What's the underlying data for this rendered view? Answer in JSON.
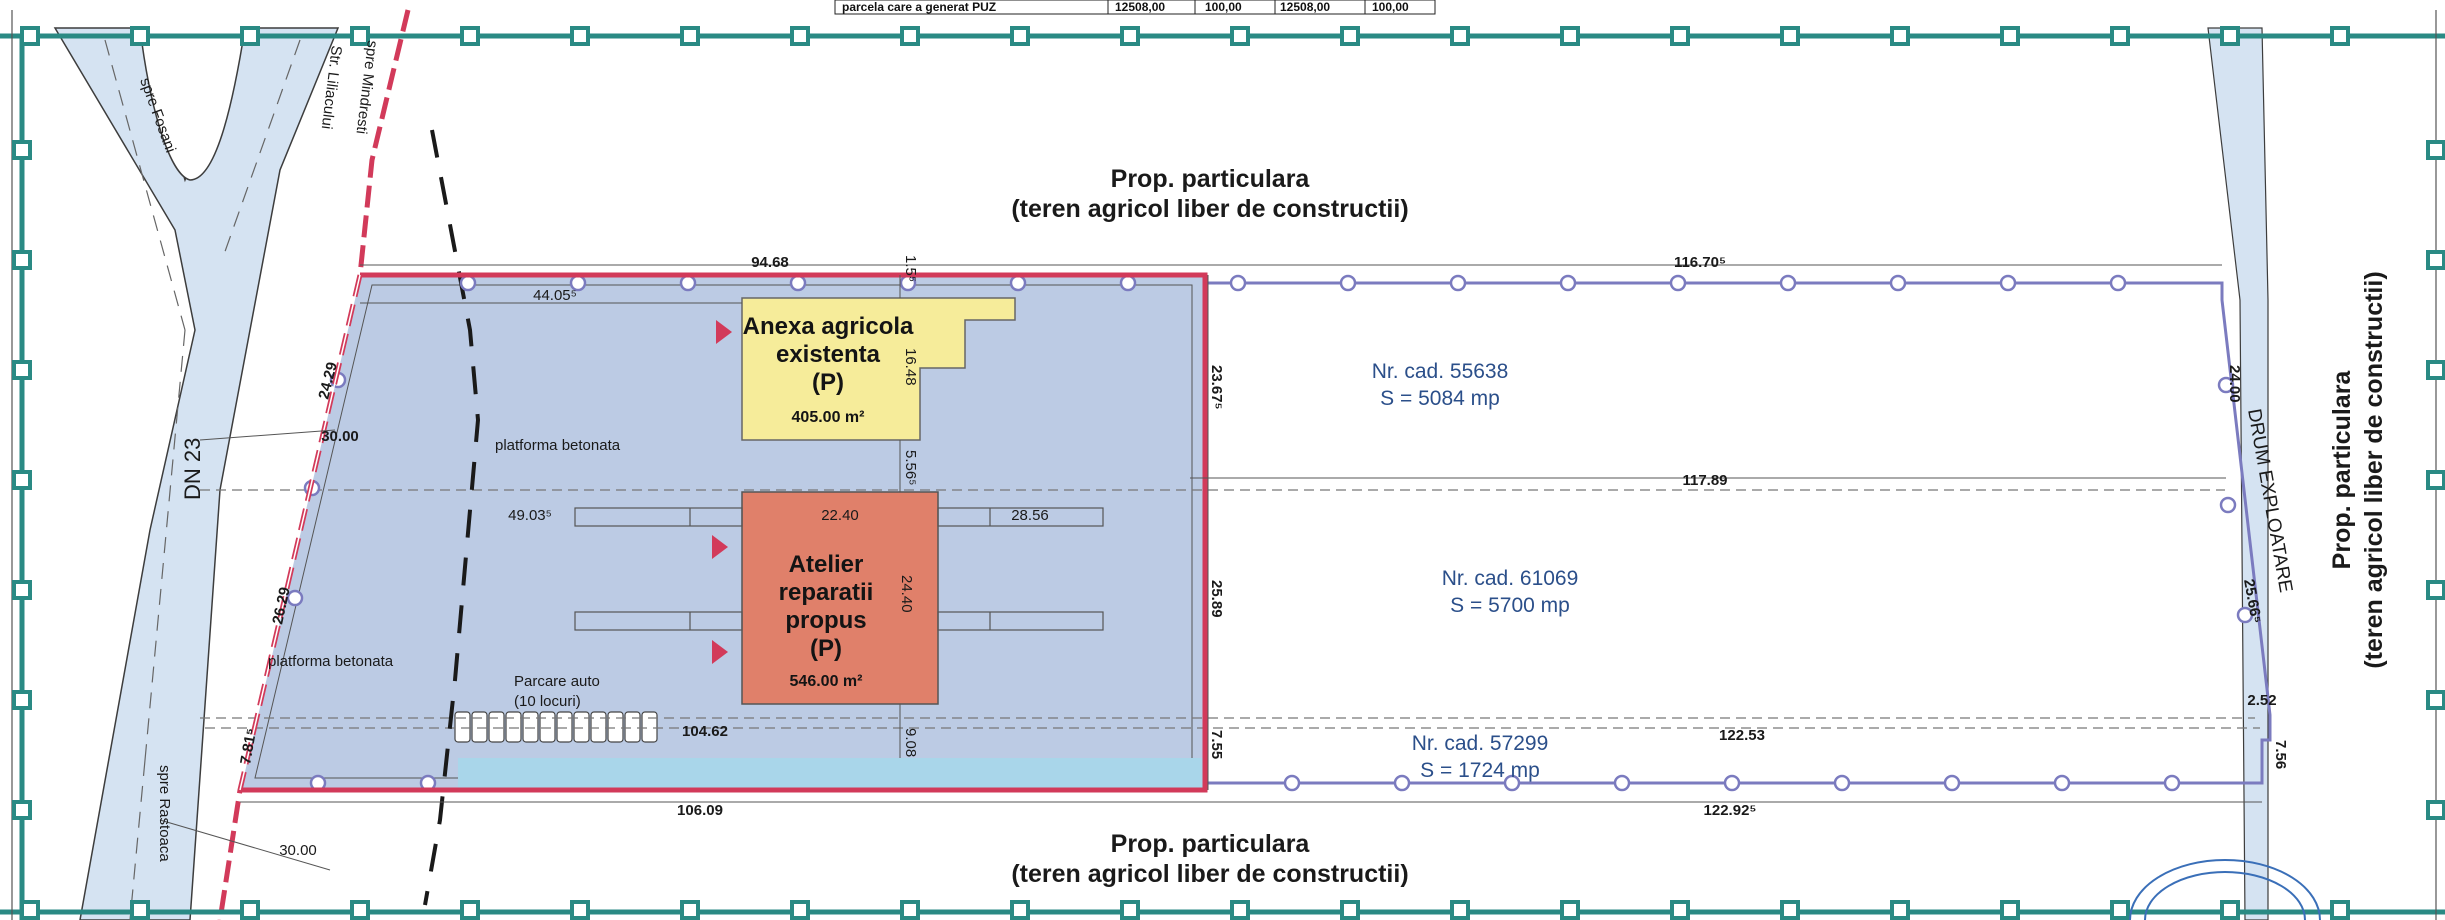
{
  "table": {
    "row_label": "parcela care a generat PUZ",
    "row_values": [
      "12508,00",
      "100,00",
      "12508,00",
      "100,00"
    ]
  },
  "neighbors": {
    "north": [
      "Prop. particulara",
      "(teren agricol liber de constructii)"
    ],
    "south": [
      "Prop. particulara",
      "(teren agricol liber de constructii)"
    ],
    "east": [
      "Prop. particulara",
      "(teren agricol liber de constructii)"
    ]
  },
  "buildings": {
    "annex": {
      "lines": [
        "Anexa agricola",
        "existenta",
        "(P)"
      ],
      "area": "405.00 m²",
      "color": "#f6ec9a"
    },
    "workshop": {
      "lines": [
        "Atelier",
        "reparatii",
        "propus",
        "(P)"
      ],
      "area": "546.00 m²",
      "color": "#e0806a"
    }
  },
  "parcels": [
    {
      "id": "Nr. cad. 55638",
      "area": "S = 5084 mp"
    },
    {
      "id": "Nr. cad. 61069",
      "area": "S = 5700 mp"
    },
    {
      "id": "Nr. cad. 57299",
      "area": "S = 1724 mp"
    }
  ],
  "labels": {
    "platform_1": "platforma betonata",
    "platform_2": "platforma betonata",
    "parking_1": "Parcare auto",
    "parking_2": "(10 locuri)",
    "road_dn": "DN 23",
    "road_farm": "DRUM EXPLOATARE",
    "dir_fosani": "spre Fosani",
    "dir_mindresti": "spre Mindresti",
    "dir_liliacului": "Str. Liliacului",
    "dir_rastoaca": "spre Rastoaca"
  },
  "dimensions": {
    "top_left": "94.68",
    "top_right": "116.70⁵",
    "inner_top": "44.05⁵",
    "setback_top": "1.5⁵",
    "annex_h": "16.48",
    "gap_mid": "5.56⁵",
    "east_1": "23.67⁵",
    "east_2": "25.89",
    "east_3": "7.55",
    "mid_right": "117.89",
    "left_run": "49.03⁵",
    "workshop_w": "22.40",
    "right_run": "28.56",
    "workshop_h": "24.40",
    "lower_left": "104.62",
    "lower_right": "122.53",
    "setback_low": "9.08",
    "bottom_left": "106.09",
    "bottom_right": "122.92⁵",
    "front_1": "24.29",
    "front_2": "26.29",
    "front_3": "7.81⁵",
    "setback_road_1": "30.00",
    "setback_road_2": "30.00",
    "far_1": "24.00",
    "far_2": "25.66⁵",
    "far_3": "7.56",
    "notch": "2.52"
  },
  "colors": {
    "frame": "#2a8a84",
    "site_boundary": "#d23a5a",
    "parcel_boundary": "#7b7bbf",
    "site_fill": "#bccbe4",
    "road_fill": "#d5e3f2",
    "green_strip": "#a9d6ea"
  },
  "icons": [
    "entry-triangle-icon",
    "boundary-marker-icon",
    "parking-space-icon"
  ]
}
